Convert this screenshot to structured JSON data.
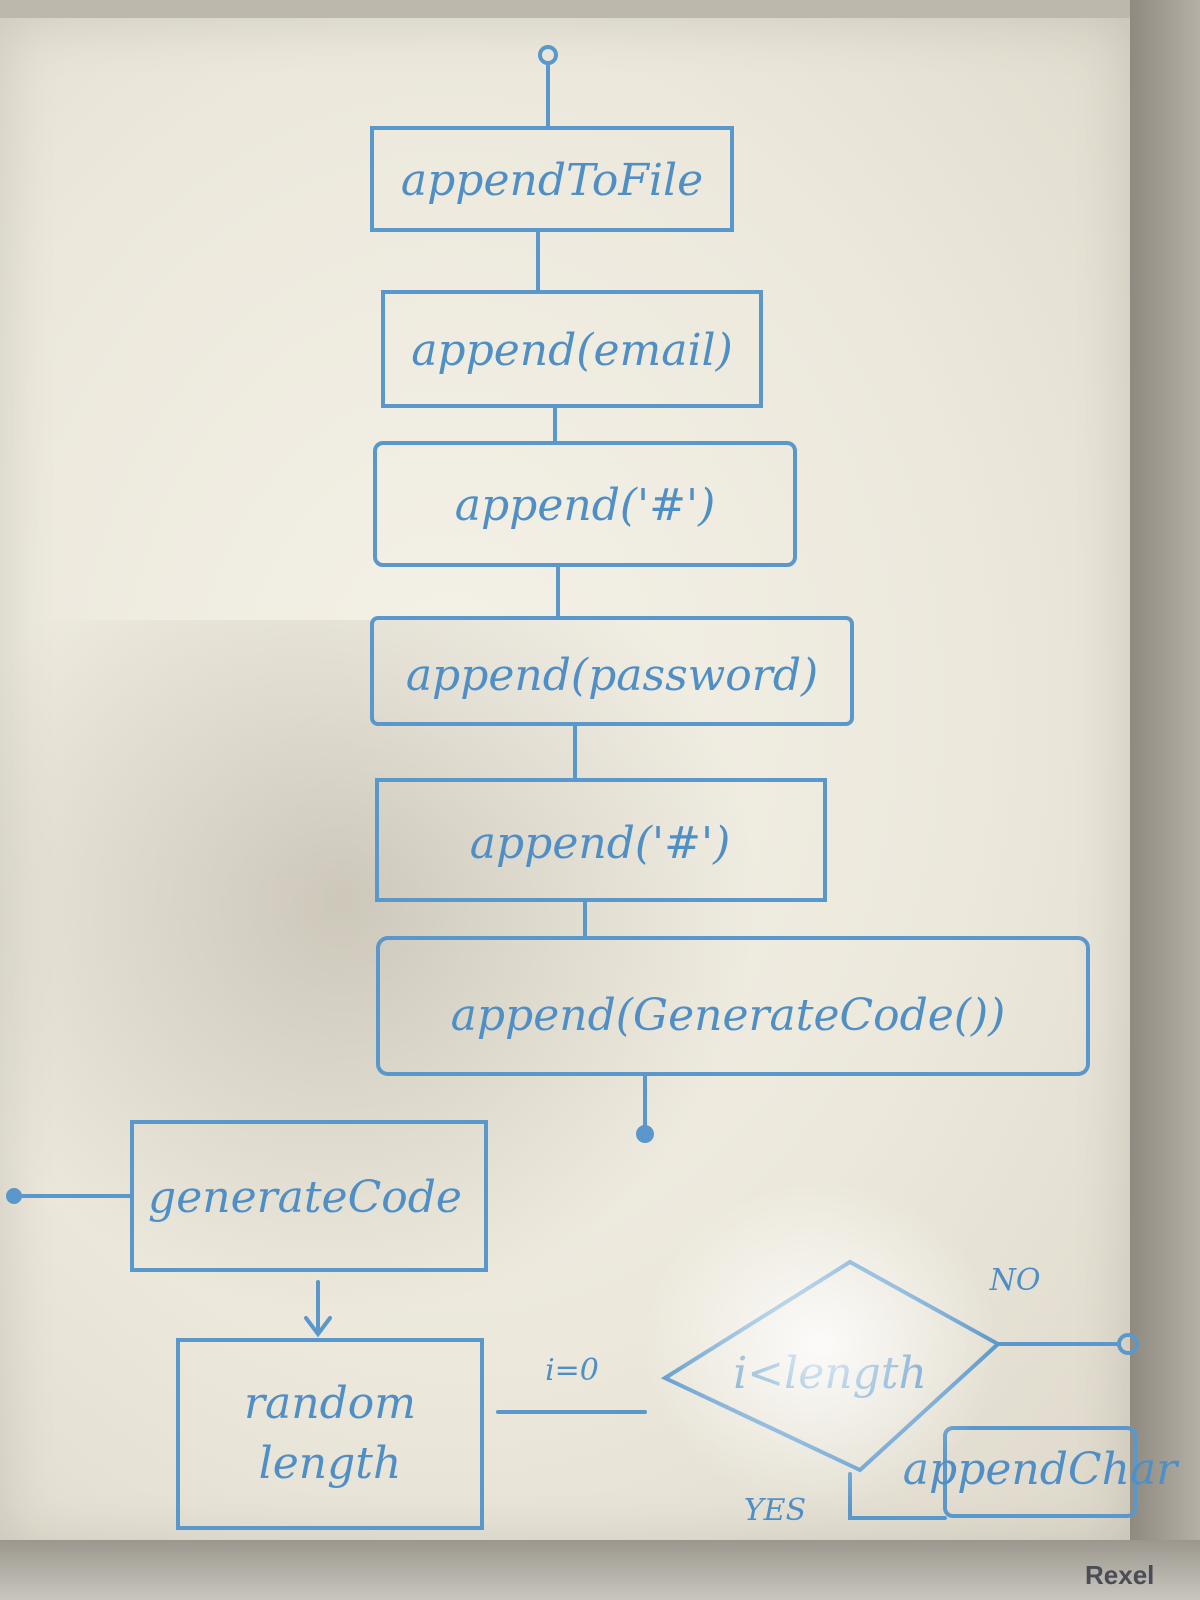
{
  "brand": "Rexel",
  "nodes": {
    "append_to_file": "appendToFile",
    "append_email": "append(email)",
    "append_hash1": "append('#')",
    "append_password": "append(password)",
    "append_hash2": "append('#')",
    "append_generate_code": "append(GenerateCode())",
    "generate_code": "generateCode",
    "random_length_line1": "random",
    "random_length_line2": "length",
    "condition": "i<length",
    "append_char": "appendChar"
  },
  "labels": {
    "init": "i=0",
    "no": "NO",
    "yes": "YES"
  },
  "colors": {
    "marker": "#5a98cc",
    "board": "#ece8dc"
  }
}
